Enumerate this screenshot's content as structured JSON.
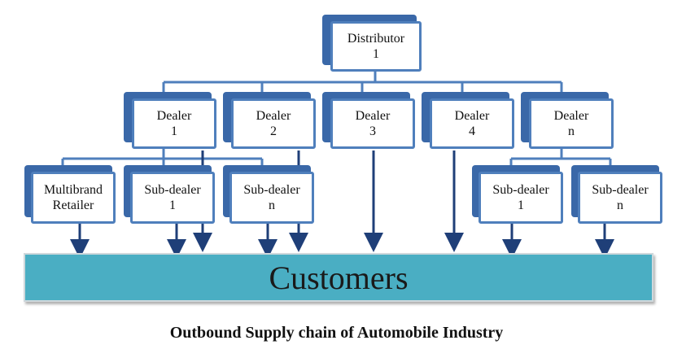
{
  "diagram": {
    "title": "Outbound Supply chain of  Automobile Industry",
    "distributor": {
      "line1": "Distributor",
      "line2": "1"
    },
    "dealers": [
      {
        "line1": "Dealer",
        "line2": "1"
      },
      {
        "line1": "Dealer",
        "line2": "2"
      },
      {
        "line1": "Dealer",
        "line2": "3"
      },
      {
        "line1": "Dealer",
        "line2": "4"
      },
      {
        "line1": "Dealer",
        "line2": "n"
      }
    ],
    "sub_nodes_dealer1": [
      {
        "line1": "Multibrand",
        "line2": "Retailer"
      },
      {
        "line1": "Sub-dealer",
        "line2": "1"
      },
      {
        "line1": "Sub-dealer",
        "line2": "n"
      }
    ],
    "sub_nodes_dealern": [
      {
        "line1": "Sub-dealer",
        "line2": "1"
      },
      {
        "line1": "Sub-dealer",
        "line2": "n"
      }
    ],
    "customers": "Customers",
    "colors": {
      "box_border": "#4f7fbc",
      "box_shadow": "#3a68a8",
      "connector": "#4f7fbc",
      "arrow": "#1f3f78",
      "customers_bar": "#4aaec3"
    }
  }
}
